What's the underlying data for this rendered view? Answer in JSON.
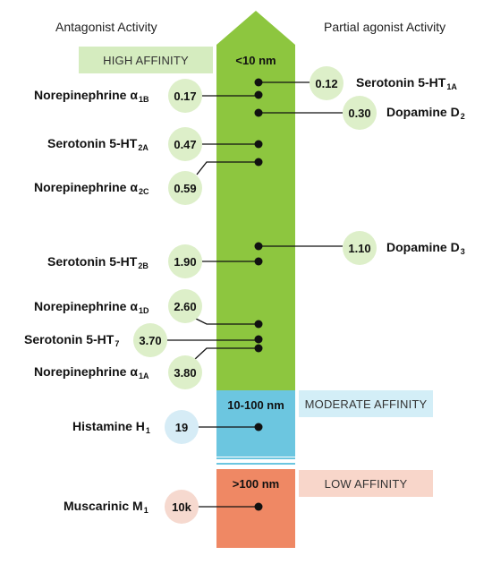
{
  "headers": {
    "left": "Antagonist Activity",
    "right": "Partial agonist Activity"
  },
  "bands": {
    "high": {
      "range": "<10 nm",
      "label": "HIGH AFFINITY"
    },
    "moderate": {
      "range": "10-100 nm",
      "label": "MODERATE AFFINITY"
    },
    "low": {
      "range": ">100 nm",
      "label": "LOW AFFINITY"
    }
  },
  "colors": {
    "high": "#8dc63f",
    "moderate": "#6cc6e0",
    "low": "#ef8864",
    "high_tag": "#d5ecbf",
    "moderate_tag": "#d3eef7",
    "low_tag": "#f8d6ca"
  },
  "receptors": [
    {
      "id": "ser1a",
      "side": "right",
      "name": "Serotonin 5-HT",
      "sub": "1A",
      "value": "0.12",
      "band": "high"
    },
    {
      "id": "nea1b",
      "side": "left",
      "name": "Norepinephrine α",
      "sub": "1B",
      "value": "0.17",
      "band": "high"
    },
    {
      "id": "dopd2",
      "side": "right",
      "name": "Dopamine D",
      "sub": "2",
      "value": "0.30",
      "band": "high"
    },
    {
      "id": "ser2a",
      "side": "left",
      "name": "Serotonin 5-HT",
      "sub": "2A",
      "value": "0.47",
      "band": "high"
    },
    {
      "id": "nea2c",
      "side": "left",
      "name": "Norepinephrine α",
      "sub": "2C",
      "value": "0.59",
      "band": "high"
    },
    {
      "id": "dopd3",
      "side": "right",
      "name": "Dopamine D",
      "sub": "3",
      "value": "1.10",
      "band": "high"
    },
    {
      "id": "ser2b",
      "side": "left",
      "name": "Serotonin 5-HT",
      "sub": "2B",
      "value": "1.90",
      "band": "high"
    },
    {
      "id": "nea1d",
      "side": "left",
      "name": "Norepinephrine α",
      "sub": "1D",
      "value": "2.60",
      "band": "high"
    },
    {
      "id": "ser7",
      "side": "left",
      "name": "Serotonin 5-HT",
      "sub": "7",
      "value": "3.70",
      "band": "high"
    },
    {
      "id": "nea1a",
      "side": "left",
      "name": "Norepinephrine α",
      "sub": "1A",
      "value": "3.80",
      "band": "high"
    },
    {
      "id": "hisH1",
      "side": "left",
      "name": "Histamine H",
      "sub": "1",
      "value": "19",
      "band": "moderate"
    },
    {
      "id": "musM1",
      "side": "left",
      "name": "Muscarinic M",
      "sub": "1",
      "value": "10k",
      "band": "low"
    }
  ]
}
